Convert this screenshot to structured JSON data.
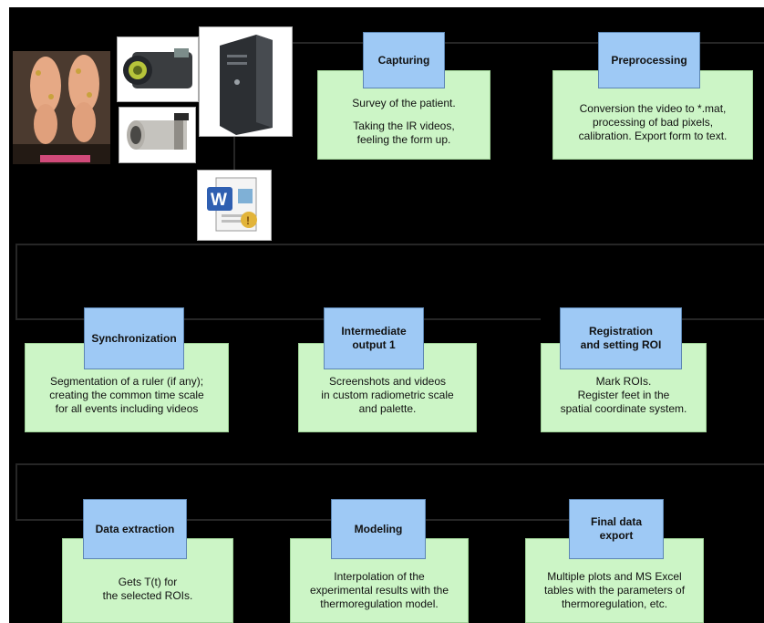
{
  "row1": {
    "capturing": {
      "title": "Capturing",
      "line1": "Survey of the patient.",
      "line2": "Taking the IR videos,\nfeeling the form up."
    },
    "preprocessing": {
      "title": "Preprocessing",
      "text": "Conversion the video to *.mat,\nprocessing of bad pixels,\ncalibration. Export form to text."
    }
  },
  "row2": {
    "synchronization": {
      "title": "Synchronization",
      "text": "Segmentation of a ruler (if any);\ncreating the common time scale\nfor all events including videos"
    },
    "intermediate": {
      "title": "Intermediate\noutput 1",
      "text": "Screenshots and videos\nin custom radiometric scale\nand palette."
    },
    "registration": {
      "title": "Registration\nand setting ROI",
      "text": "Mark ROIs.\nRegister feet in the\nspatial coordinate system."
    }
  },
  "row3": {
    "extraction": {
      "title": "Data extraction",
      "text": "Gets T(t) for\nthe selected ROIs."
    },
    "modeling": {
      "title": "Modeling",
      "text": "Interpolation of the\nexperimental results with the\nthermoregulation model."
    },
    "final": {
      "title": "Final data\nexport",
      "text": "Multiple plots and MS Excel\ntables with the parameters of\nthermoregulation, etc."
    }
  },
  "icons": [
    "feet-photo",
    "ir-camera-icon",
    "cylinder-camera-icon",
    "computer-tower-icon",
    "word-document-icon"
  ],
  "colors": {
    "background": "#000000",
    "stage_box": "#ccf5c6",
    "title_box": "#9ec9f5",
    "connector": "#1c1c1c"
  }
}
